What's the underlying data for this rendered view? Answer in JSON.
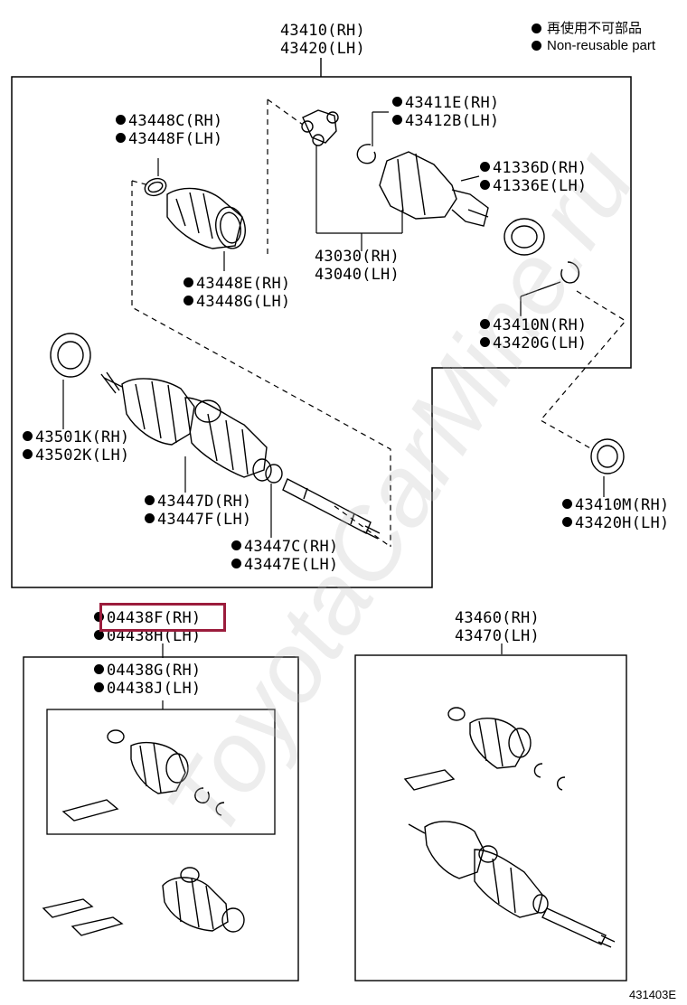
{
  "legend": {
    "line_ja": "再使用不可部品",
    "line_en": "Non-reusable part"
  },
  "top_assembly": {
    "rh": "43410(RH)",
    "lh": "43420(LH)"
  },
  "parts": {
    "p43448C": "43448C(RH)",
    "p43448F": "43448F(LH)",
    "p43411E": "43411E(RH)",
    "p43412B": "43412B(LH)",
    "p41336D": "41336D(RH)",
    "p41336E": "41336E(LH)",
    "p43030": "43030(RH)",
    "p43040": "43040(LH)",
    "p43448E": "43448E(RH)",
    "p43448G": "43448G(LH)",
    "p43410N": "43410N(RH)",
    "p43420G": "43420G(LH)",
    "p43501K": "43501K(RH)",
    "p43502K": "43502K(LH)",
    "p43447D": "43447D(RH)",
    "p43447F": "43447F(LH)",
    "p43410M": "43410M(RH)",
    "p43420H": "43420H(LH)",
    "p43447C": "43447C(RH)",
    "p43447E": "43447E(LH)"
  },
  "kit_left": {
    "rh": "04438F(RH)",
    "lh": "04438H(LH)",
    "inner_rh": "04438G(RH)",
    "inner_lh": "04438J(LH)"
  },
  "kit_right": {
    "rh": "43460(RH)",
    "lh": "43470(LH)"
  },
  "watermark": "ToyotaCarMine.ru",
  "figure_code": "431403E",
  "highlight_color": "#9b1c3c"
}
